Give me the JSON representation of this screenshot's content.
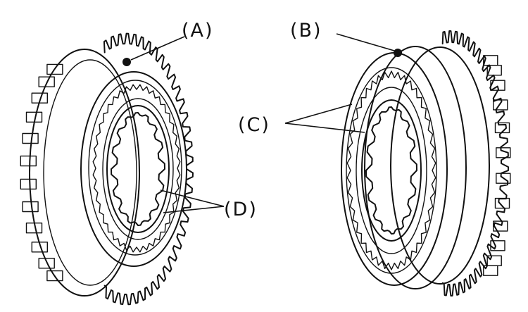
{
  "labels": {
    "a": "(A)",
    "b": "(B)",
    "c": "(C)",
    "d": "(D)"
  },
  "colors": {
    "ink": "#111111",
    "paper": "#ffffff"
  }
}
